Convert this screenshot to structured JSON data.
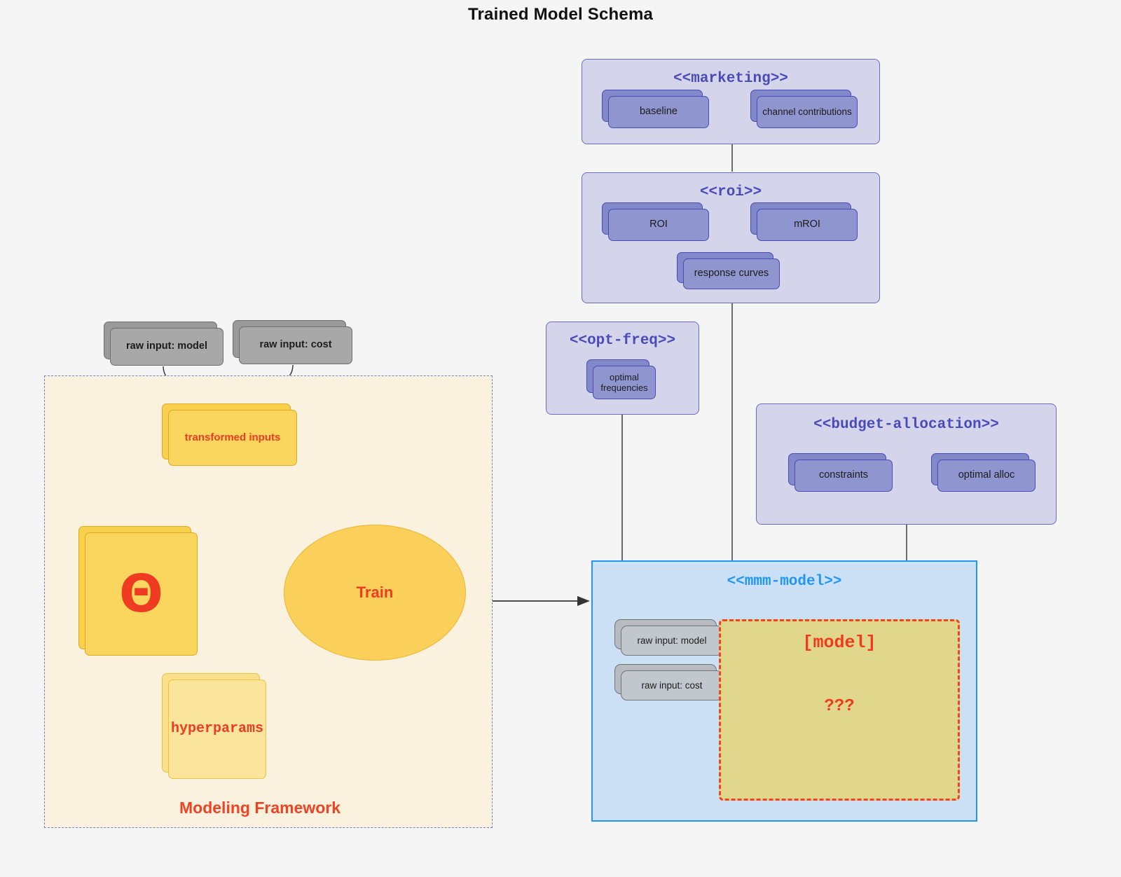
{
  "page": {
    "title": "Trained Model Schema",
    "background": "#f5f5f5"
  },
  "colors": {
    "package_fill": "#d4d4ea",
    "package_border": "#6b6bbd",
    "package_title": "#4a4ab8",
    "node_purple": "#8f95cf",
    "node_grey": "#a8a8a8",
    "node_yellow": "#fbd65e",
    "accent_red": "#ee3b22",
    "mmm_fill": "#cce0f5",
    "mmm_border": "#2196f3",
    "model_fill": "#e0d78c",
    "model_border": "#f4441f",
    "framework_fill": "#faf2df",
    "framework_border": "#7b7bd1"
  },
  "packages": [
    {
      "id": "marketing",
      "title": "<<marketing>>",
      "nodes": [
        {
          "label": "baseline"
        },
        {
          "label": "channel contributions"
        }
      ],
      "connector": "bidirectional-arrow"
    },
    {
      "id": "roi",
      "title": "<<roi>>",
      "nodes": [
        {
          "label": "ROI"
        },
        {
          "label": "mROI"
        },
        {
          "label": "response curves"
        }
      ],
      "connector": "bidirectional-arrow"
    },
    {
      "id": "opt-freq",
      "title": "<<opt-freq>>",
      "nodes": [
        {
          "label": "optimal frequencies"
        }
      ]
    },
    {
      "id": "budget-allocation",
      "title": "<<budget-allocation>>",
      "nodes": [
        {
          "label": "constraints"
        },
        {
          "label": "optimal alloc"
        }
      ],
      "connector": "bidirectional-arrow"
    }
  ],
  "mmm_model": {
    "title": "<<mmm-model>>",
    "inputs": [
      {
        "label": "raw input: model"
      },
      {
        "label": "raw input: cost"
      }
    ],
    "model_box": {
      "label": "[model]",
      "unknown": "???"
    }
  },
  "framework": {
    "label": "Modeling Framework",
    "raw_inputs": [
      {
        "label": "raw input: model"
      },
      {
        "label": "raw input: cost"
      }
    ],
    "transformed": {
      "label": "transformed inputs"
    },
    "theta": {
      "label": "Θ"
    },
    "hyperparams": {
      "label": "hyperparams"
    },
    "train": {
      "label": "Train"
    }
  }
}
